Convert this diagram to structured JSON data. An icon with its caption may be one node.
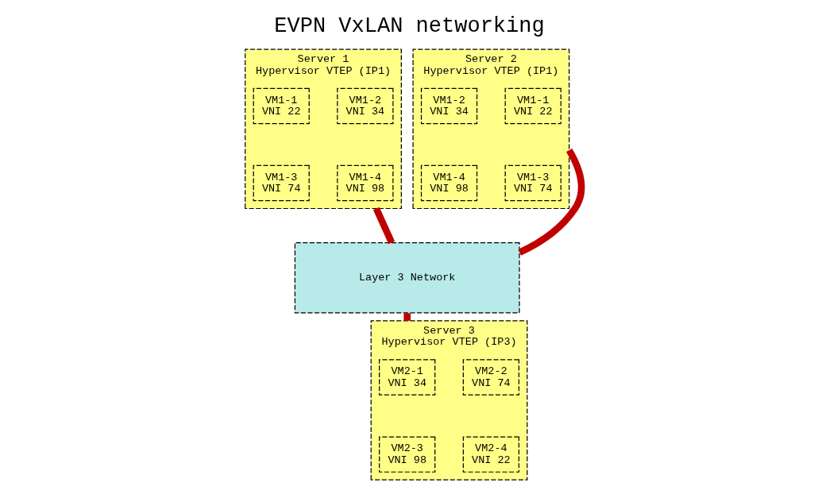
{
  "diagram": {
    "title": "EVPN VxLAN networking",
    "nodes": [
      {
        "text": [
          "Server 1",
          "Hypervisor VTEP (IP1)"
        ]
      },
      {
        "text": [
          "VM1-1",
          "VNI 22"
        ],
        "in": 0
      },
      {
        "text": [
          "VM1-2",
          "VNI 34"
        ],
        "in": 0
      },
      {
        "text": [
          "VM1-3",
          "VNI 74"
        ],
        "in": 0
      },
      {
        "text": [
          "VM1-4",
          "VNI 98"
        ],
        "in": 0
      },
      {
        "text": [
          "Layer 3 Network"
        ]
      },
      {
        "text": [
          "Server 2",
          "Hypervisor VTEP (IP1)"
        ]
      },
      {
        "text": [
          "VM1-1",
          "VNI 22"
        ],
        "in": 6
      },
      {
        "text": [
          "VM1-2",
          "VNI 34"
        ],
        "in": 6
      },
      {
        "text": [
          "VM1-3",
          "VNI 74"
        ],
        "in": 6
      },
      {
        "text": [
          "VM1-4",
          "VNI 98"
        ],
        "in": 6
      },
      {
        "text": [
          "Server 3",
          "Hypervisor VTEP (IP3)"
        ]
      },
      {
        "text": [
          "VM2-1",
          "VNI 34"
        ],
        "in": 11
      },
      {
        "text": [
          "VM2-2",
          "VNI 74"
        ],
        "in": 11
      },
      {
        "text": [
          "VM2-3",
          "VNI 98"
        ],
        "in": 11
      },
      {
        "text": [
          "VM2-4",
          "VNI 22"
        ],
        "in": 11
      }
    ],
    "edges": [
      {
        "from": 0,
        "to": 5,
        "arrow": "none"
      },
      {
        "from": 5,
        "to": 6,
        "arrow": "none"
      },
      {
        "from": 5,
        "to": 11,
        "arrow": "none"
      }
    ]
  }
}
